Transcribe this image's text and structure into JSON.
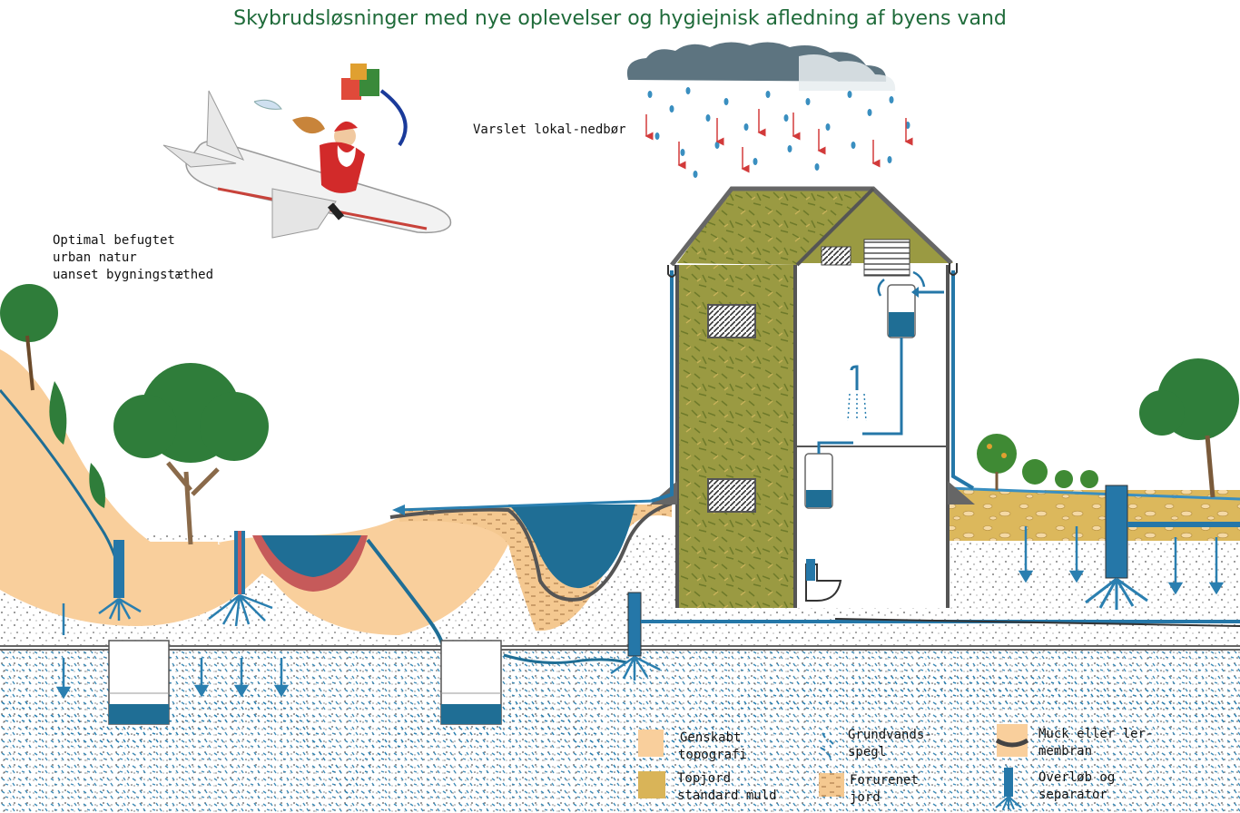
{
  "title": "Skybrudsløsninger med nye oplevelser og hygiejnisk afledning af byens vand",
  "labels": {
    "forecast": "Varslet lokal-nedbør",
    "nature": [
      "Optimal befugtet",
      "urban natur",
      "uanset bygningstæthed"
    ]
  },
  "legend": [
    {
      "id": "genskabt",
      "lines": [
        "Genskabt",
        "topografi"
      ],
      "color": "#f9cf9c"
    },
    {
      "id": "topjord",
      "lines": [
        "Topjord",
        "standard muld"
      ],
      "color": "#d9b458"
    },
    {
      "id": "grundvand",
      "lines": [
        "Grundvands-",
        "spegl"
      ],
      "color": "#2a7fb0"
    },
    {
      "id": "forurenet",
      "lines": [
        "Forurenet",
        "jord"
      ],
      "color": "#f2c08e"
    },
    {
      "id": "muck",
      "lines": [
        "Muck eller ler-",
        "membran"
      ],
      "color": "#f9cf9c"
    },
    {
      "id": "overlob",
      "lines": [
        "Overløb og",
        "separator"
      ],
      "color": "#2a7fb0"
    }
  ],
  "colors": {
    "water": "#1f6e95",
    "pipe": "#2577a8",
    "sand": "#f9cf9c",
    "topsoil": "#d9b458",
    "grass": "#8f9a3a",
    "tree": "#2f7d3a",
    "title": "#1f6b3a"
  }
}
